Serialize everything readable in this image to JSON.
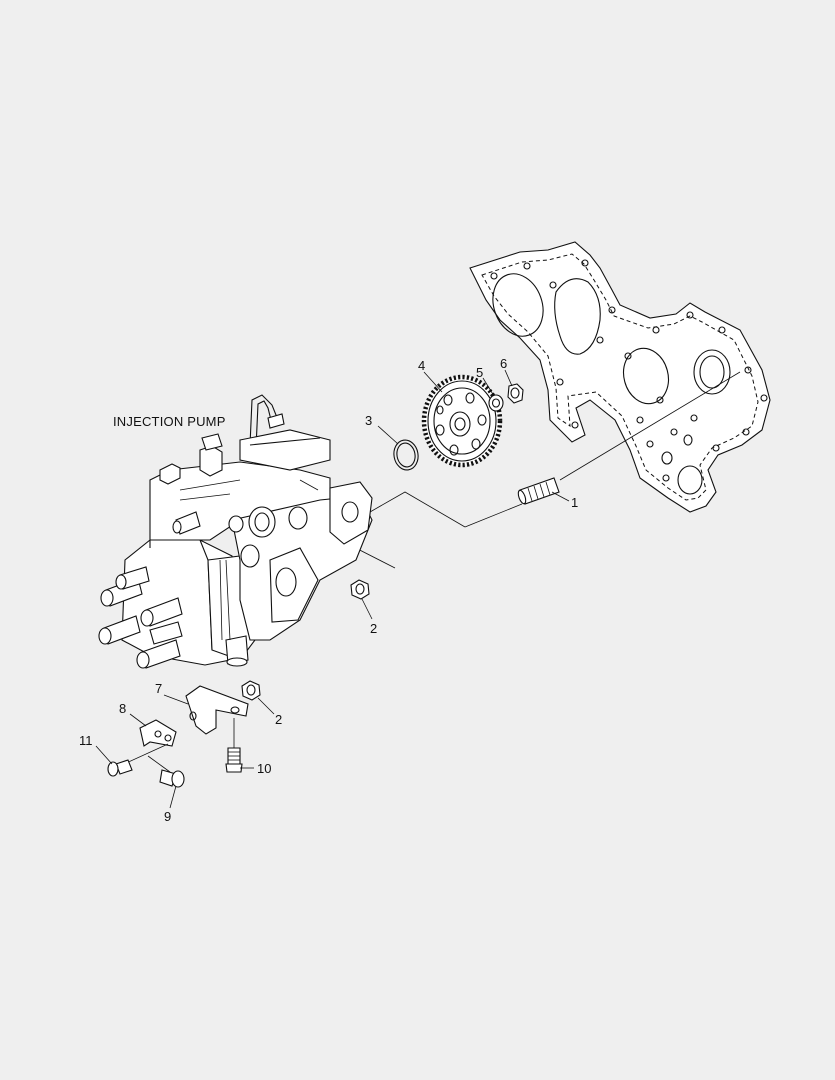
{
  "diagram": {
    "title": "INJECTION PUMP",
    "callouts": [
      {
        "id": "1",
        "text": "1"
      },
      {
        "id": "2a",
        "text": "2"
      },
      {
        "id": "2b",
        "text": "2"
      },
      {
        "id": "3",
        "text": "3"
      },
      {
        "id": "4",
        "text": "4"
      },
      {
        "id": "5",
        "text": "5"
      },
      {
        "id": "6",
        "text": "6"
      },
      {
        "id": "7",
        "text": "7"
      },
      {
        "id": "8",
        "text": "8"
      },
      {
        "id": "9",
        "text": "9"
      },
      {
        "id": "10",
        "text": "10"
      },
      {
        "id": "11",
        "text": "11"
      }
    ]
  }
}
